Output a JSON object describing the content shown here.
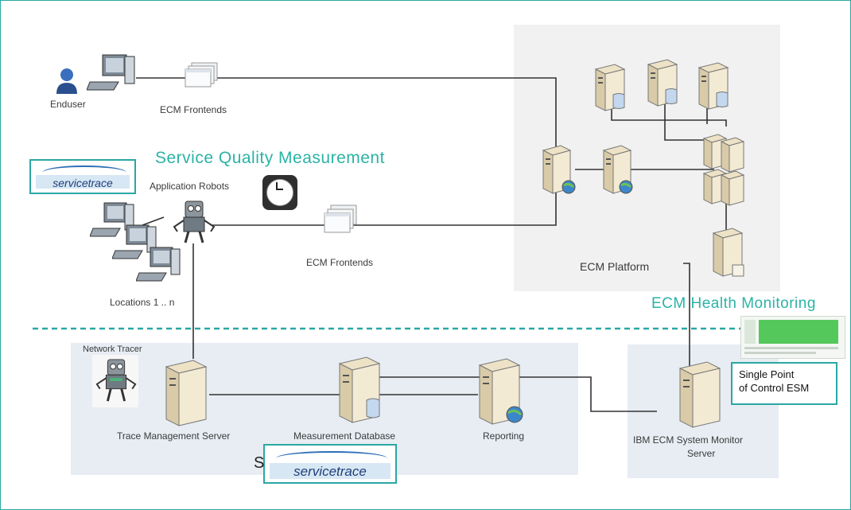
{
  "labels": {
    "enduser": "Enduser",
    "ecm_frontends_top": "ECM Frontends",
    "service_quality": "Service Quality Measurement",
    "application_robots": "Application Robots",
    "ecm_frontends_mid": "ECM Frontends",
    "locations": "Locations 1 .. n",
    "ecm_platform": "ECM Platform",
    "ecm_health": "ECM Health Monitoring",
    "network_tracer": "Network Tracer",
    "trace_server": "Trace Management Server",
    "measurement_db": "Measurement Database",
    "reporting": "Reporting",
    "ibm_monitor_line1": "IBM ECM System Monitor",
    "ibm_monitor_line2": "Server",
    "single_point_line1": "Single Point",
    "single_point_line2": "of Control ESM",
    "stray_s": "S"
  },
  "logos": {
    "top": "servicetrace",
    "bottom": "servicetrace"
  },
  "colors": {
    "accent": "#2bb3a6",
    "panel": "#e7edf3",
    "platform": "#f1f1f1",
    "wire": "#333333"
  },
  "icons": [
    "user-icon",
    "workstation-icon",
    "window-stack-icon",
    "server-icon",
    "database-icon",
    "globe-icon",
    "robot-icon",
    "clock-icon",
    "dashboard-thumbnail"
  ]
}
